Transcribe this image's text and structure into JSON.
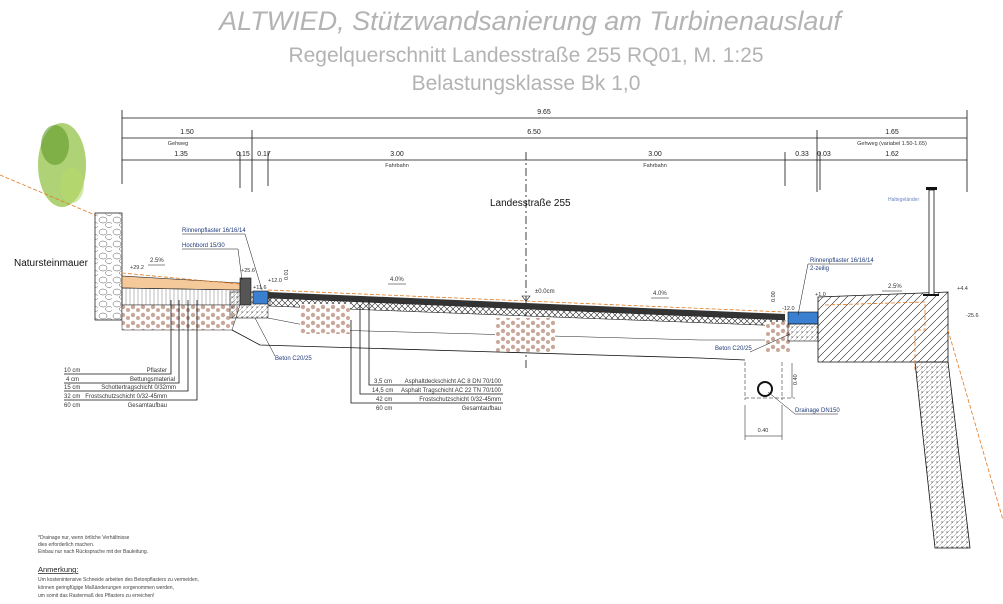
{
  "title": {
    "line1": "ALTWIED, Stützwandsanierung am Turbinenauslauf",
    "line2": "Regelquerschnitt Landesstraße 255 RQ01, M. 1:25",
    "line3": "Belastungsklasse  Bk 1,0"
  },
  "dimensions": {
    "total": "9.65",
    "row2": [
      {
        "value": "1.50",
        "label": "Gehweg"
      },
      {
        "value": "6.50",
        "label": ""
      },
      {
        "value": "1.65",
        "label": "Gehweg (variabel 1.50-1.65)"
      }
    ],
    "row3": [
      {
        "value": "1.35"
      },
      {
        "value": "0.15"
      },
      {
        "value": "0.17"
      },
      {
        "value": "3.00",
        "label": "Fahrbahn"
      },
      {
        "value": "3.00",
        "label": "Fahrbahn"
      },
      {
        "value": "0.33"
      },
      {
        "value": "0.03"
      },
      {
        "value": "1.62"
      }
    ],
    "drain_width": "0.40",
    "drain_depth": "0.40",
    "curb_height": "0.01",
    "gutter_right": "0.00"
  },
  "labels": {
    "road_name": "Landesstraße 255",
    "wall": "Natursteinmauer",
    "railing": "Haltegeländer",
    "rinne_left": "Rinnenpflaster 16/16/14",
    "hochbord": "Hochbord  15/30",
    "rinne_right": "Rinnenpflaster 16/16/14",
    "rinne_right_sub": "2-zeilig",
    "beton_left": "Beton C20/25",
    "beton_right": "Beton C20/25",
    "drainage": "Drainage DN150",
    "axis_level": "±0.0cm"
  },
  "levels": {
    "left_sidewalk": "+29.2",
    "curb_top": "+25.6",
    "gutter_left": "+12.0",
    "gutter_left2": "+11.6",
    "gutter_right": "-12.0",
    "right_curb": "+1.0",
    "right_curb2": "+1.0",
    "right_end": "+4.4",
    "right_bottom": "-25.6"
  },
  "slopes": {
    "left_sidewalk": "2.5%",
    "road_left": "4.0%",
    "road_right": "4.0%",
    "right_sidewalk": "2.5%"
  },
  "layers_sidewalk": [
    {
      "thickness": "10 cm",
      "name": "Pflaster"
    },
    {
      "thickness": "4 cm",
      "name": "Bettungsmaterial"
    },
    {
      "thickness": "15 cm",
      "name": "Schottertragschicht 0/32mm"
    },
    {
      "thickness": "32 cm",
      "name": "Frostschutzschicht 0/32-45mm"
    },
    {
      "thickness": "60 cm",
      "name": "Gesamtaufbau"
    }
  ],
  "layers_road": [
    {
      "thickness": "3,5 cm",
      "name": "Asphaltdeckschicht AC 8 DN 70/100"
    },
    {
      "thickness": "14,5 cm",
      "name": "Asphalt Tragschicht AC 22 TN 70/100"
    },
    {
      "thickness": "42 cm",
      "name": "Frostschutzschicht 0/32-45mm"
    },
    {
      "thickness": "60 cm",
      "name": "Gesamtaufbau"
    }
  ],
  "footnote": [
    "*Drainage nur, wenn örtliche Verhältnisse",
    "dies erforderlich machen.",
    "Einbau nur nach Rücksprache mit der Bauleitung."
  ],
  "remark": {
    "heading": "Anmerkung:",
    "lines": [
      "Um kostenintensive Schneide arbeiten des Betonpflasters zu vermeiden,",
      "können geringfügige Maßänderungen vorgenommen werden,",
      "um somit das Rastermaß des Pflasters zu erreichen!"
    ]
  },
  "colors": {
    "paver": "#f5c99a",
    "gutter": "#3a7fd0",
    "gravel": "#c9a89a",
    "dashed_orange": "#e07a20",
    "label_blue": "#1f3a78"
  }
}
